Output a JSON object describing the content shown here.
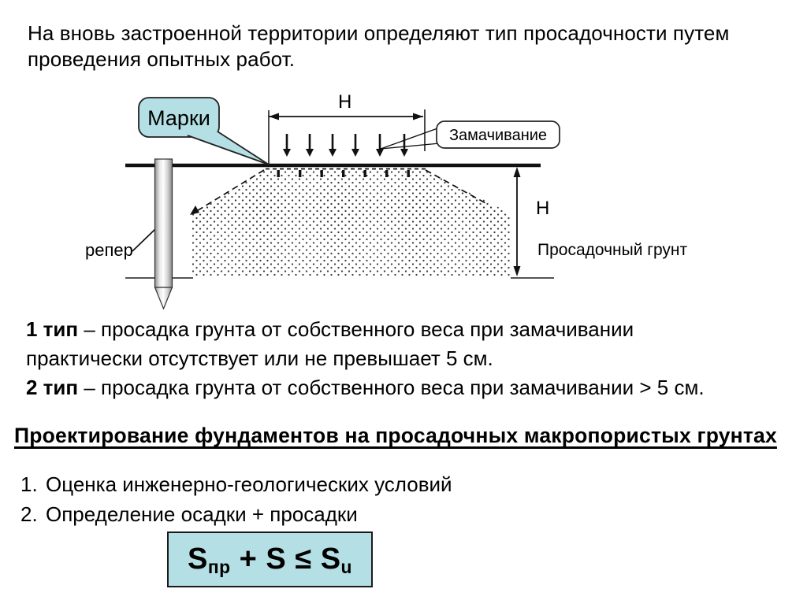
{
  "colors": {
    "accent_fill": "#b4dfe4",
    "text": "#000000",
    "line": "#111111"
  },
  "intro": {
    "lines": [
      "На вновь застроенной территории определяют тип просадочности путем",
      "проведения опытных работ."
    ]
  },
  "diagram": {
    "labels": {
      "marks_callout": "Марки",
      "soaking_callout": "Замачивание",
      "width_dim": "H",
      "depth_dim": "H",
      "benchmark": "репер",
      "soil": "Просадочный грунт"
    }
  },
  "types": {
    "rows": [
      {
        "bold": "1 тип",
        "text": " – просадка грунта от собственного веса при замачивании"
      },
      {
        "bold": "",
        "text": "практически отсутствует или не превышает 5 см."
      },
      {
        "bold": "2 тип",
        "text": " – просадка грунта от собственного веса при замачивании > 5 см."
      }
    ]
  },
  "section": {
    "heading": "Проектирование фундаментов на просадочных макропористых грунтах",
    "items": [
      {
        "num": "1.",
        "text": "Оценка инженерно-геологических условий"
      },
      {
        "num": "2.",
        "text": "Определение осадки + просадки"
      }
    ]
  },
  "formula": {
    "s1": "S",
    "sub1": "пр",
    "mid": " + S ≤ S",
    "sub2": "u"
  }
}
